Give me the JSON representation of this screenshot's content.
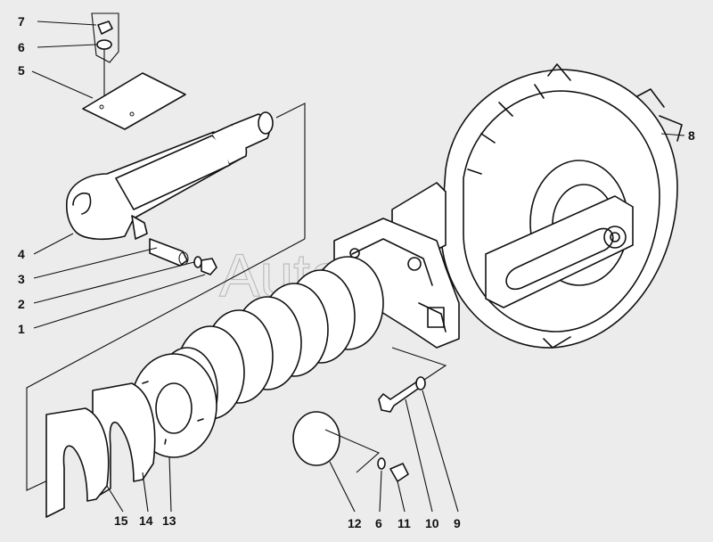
{
  "watermark": "AutoSoft",
  "callouts": [
    {
      "id": "7",
      "text": "7"
    },
    {
      "id": "6a",
      "text": "6"
    },
    {
      "id": "5",
      "text": "5"
    },
    {
      "id": "8",
      "text": "8"
    },
    {
      "id": "4",
      "text": "4"
    },
    {
      "id": "3",
      "text": "3"
    },
    {
      "id": "2",
      "text": "2"
    },
    {
      "id": "1",
      "text": "1"
    },
    {
      "id": "15",
      "text": "15"
    },
    {
      "id": "14",
      "text": "14"
    },
    {
      "id": "13",
      "text": "13"
    },
    {
      "id": "12",
      "text": "12"
    },
    {
      "id": "6b",
      "text": "6"
    },
    {
      "id": "11",
      "text": "11"
    },
    {
      "id": "10",
      "text": "10"
    },
    {
      "id": "9",
      "text": "9"
    }
  ]
}
